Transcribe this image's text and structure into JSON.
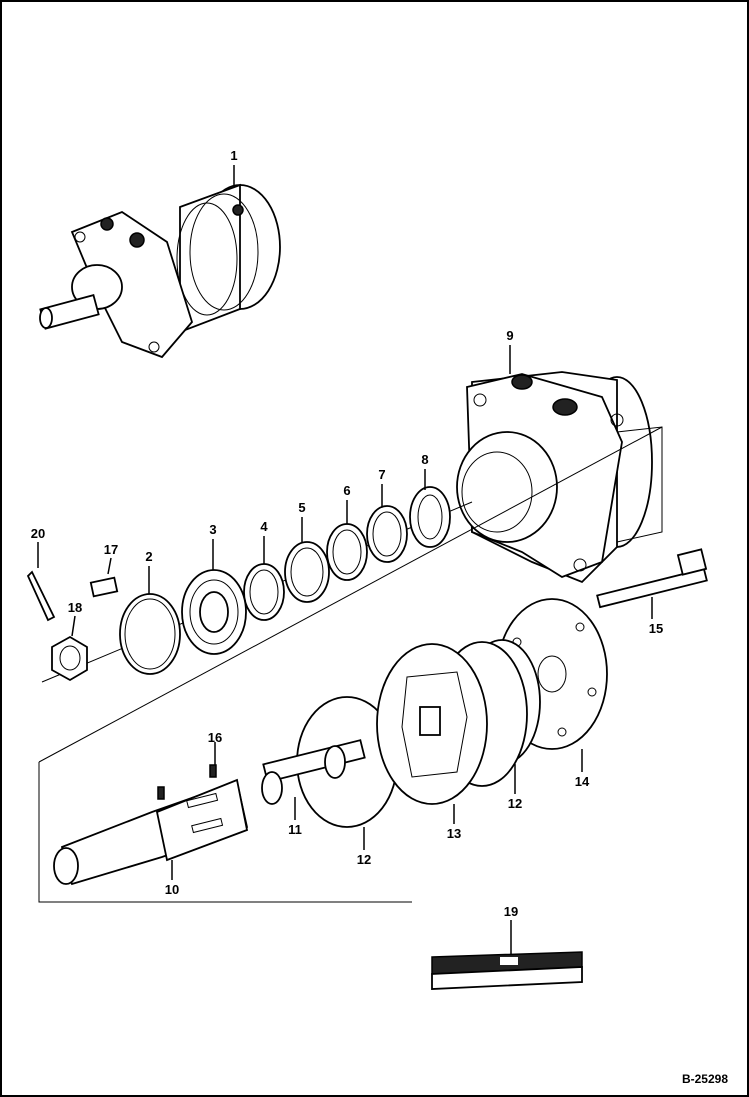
{
  "diagram": {
    "reference_code": "B-25298",
    "callouts": [
      {
        "id": "c1",
        "label": "1"
      },
      {
        "id": "c2",
        "label": "2"
      },
      {
        "id": "c3",
        "label": "3"
      },
      {
        "id": "c4",
        "label": "4"
      },
      {
        "id": "c5",
        "label": "5"
      },
      {
        "id": "c6",
        "label": "6"
      },
      {
        "id": "c7",
        "label": "7"
      },
      {
        "id": "c8",
        "label": "8"
      },
      {
        "id": "c9",
        "label": "9"
      },
      {
        "id": "c10",
        "label": "10"
      },
      {
        "id": "c11",
        "label": "11"
      },
      {
        "id": "c12a",
        "label": "12"
      },
      {
        "id": "c12b",
        "label": "12"
      },
      {
        "id": "c13",
        "label": "13"
      },
      {
        "id": "c14",
        "label": "14"
      },
      {
        "id": "c15",
        "label": "15"
      },
      {
        "id": "c16",
        "label": "16"
      },
      {
        "id": "c17",
        "label": "17"
      },
      {
        "id": "c18",
        "label": "18"
      },
      {
        "id": "c19",
        "label": "19"
      },
      {
        "id": "c20",
        "label": "20"
      }
    ]
  }
}
